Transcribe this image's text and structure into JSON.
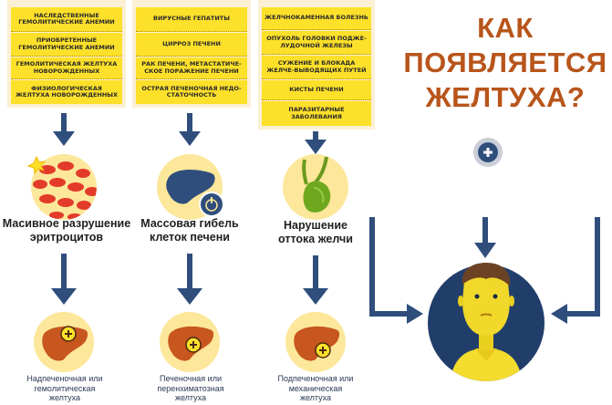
{
  "title": {
    "line1": "КАК",
    "line2": "ПОЯВЛЯЕТСЯ",
    "line3": "ЖЕЛТУХА?"
  },
  "columns": [
    {
      "causes": [
        "НАСЛЕДСТВЕННЫЕ ГЕМОЛИТИЧЕСКИЕ АНЕМИИ",
        "ПРИОБРЕТЕННЫЕ ГЕМОЛИТИЧЕСКИЕ АНЕМИИ",
        "ГЕМОЛИТИЧЕСКАЯ ЖЕЛТУХА НОВОРОЖДЕННЫХ",
        "ФИЗИОЛОГИЧЕСКАЯ ЖЕЛТУХА НОВОРОЖДЕННЫХ"
      ],
      "mechanism_line1": "Масивное разрушение",
      "mechanism_line2": "эритроцитов",
      "type_line1": "Надпеченочная или",
      "type_line2": "гемолитическая",
      "type_line3": "желтуха"
    },
    {
      "causes": [
        "ВИРУСНЫЕ ГЕПАТИТЫ",
        "ЦИРРОЗ ПЕЧЕНИ",
        "РАК ПЕЧЕНИ, МЕТАСТАТИЧЕ-СКОЕ ПОРАЖЕНИЕ ПЕЧЕНИ",
        "ОСТРАЯ ПЕЧЕНОЧНАЯ НЕДО-СТАТОЧНОСТЬ"
      ],
      "mechanism_line1": "Массовая гибель",
      "mechanism_line2": "клеток печени",
      "type_line1": "Печеночная или",
      "type_line2": "перенхиматозная",
      "type_line3": "желтуха"
    },
    {
      "causes": [
        "ЖЕЛЧНОКАМЕННАЯ БОЛЕЗНЬ",
        "ОПУХОЛЬ ГОЛОВКИ ПОДЖЕ-ЛУДОЧНОЙ ЖЕЛЕЗЫ",
        "СУЖЕНИЕ И БЛОКАДА ЖЕЛЧЕ-ВЫВОДЯЩИХ ПУТЕЙ",
        "КИСТЫ ПЕЧЕНИ",
        "ПАРАЗИТАРНЫЕ ЗАБОЛЕВАНИЯ"
      ],
      "mechanism_line1": "Нарушение",
      "mechanism_line2": "оттока желчи",
      "type_line1": "Подпеченочная или",
      "type_line2": "механическая",
      "type_line3": "желтуха"
    }
  ],
  "icons": {
    "col1_top": "red-blood-cells-icon",
    "col2_top": "damaged-liver-icon",
    "col3_top": "gallbladder-icon",
    "liver": "liver-icon",
    "plus": "plus-icon",
    "person": "jaundiced-person-icon"
  },
  "colors": {
    "cause_box": "#fde02a",
    "column_bg": "#fbf0d4",
    "arrow": "#2f4e7c",
    "title": "#b8551b",
    "liver": "#c7561f",
    "circle_bg": "#fde79a",
    "person_circle": "#213e6b"
  }
}
